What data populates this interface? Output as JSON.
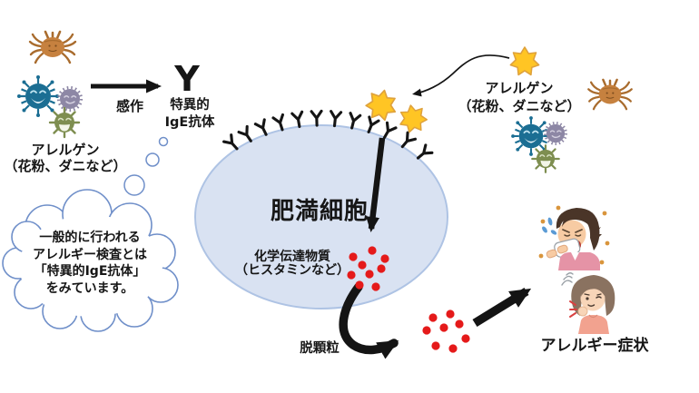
{
  "diagram_title": "allergy-mechanism-diagram",
  "left_group": {
    "allergen_label": {
      "line1": "アレルゲン",
      "line2": "（花粉、ダニなど）"
    },
    "sensitization_label": "感作",
    "ige": {
      "symbol": "Y",
      "line1": "特異的",
      "line2": "IgE抗体"
    }
  },
  "thought_bubble": {
    "lines": [
      "一般的に行われる",
      "アレルギー検査とは",
      "「特異的IgE抗体」",
      "をみています。"
    ]
  },
  "mast_cell": {
    "label": "肥満細胞",
    "receptor_symbol": "Y",
    "receptor_count": 12,
    "mediators": {
      "line1": "化学伝達物質",
      "line2": "（ヒスタミンなど）"
    },
    "degranulation_label": "脱顆粒",
    "granule_dots_inside": 9,
    "granule_dots_outside": 8
  },
  "right_group": {
    "allergen_label": {
      "line1": "アレルゲン",
      "line2": "（花粉、ダニなど）"
    }
  },
  "symptoms": {
    "label": "アレルギー症状"
  },
  "icons": [
    "mite-icon",
    "virus-icon-blue",
    "virus-icon-purple",
    "virus-icon-green",
    "pollen-star-icon",
    "sneezing-woman-icon",
    "itchy-girl-icon",
    "thought-bubble-icon",
    "arrow-icon"
  ],
  "colors": {
    "background": "#ffffff",
    "cell_fill": "#D9E2F2",
    "cell_stroke": "#AEC3E4",
    "bubble_stroke": "#6F8FC9",
    "star_fill": "#FFC524",
    "star_stroke": "#DFA23C",
    "granule_red": "#E51A1A",
    "arrow_black": "#141414",
    "mite_brown": "#C6813F",
    "virus_blue": "#1B6E93",
    "virus_purple": "#8D87A5",
    "virus_green": "#7E8E50",
    "text": "#161616"
  }
}
